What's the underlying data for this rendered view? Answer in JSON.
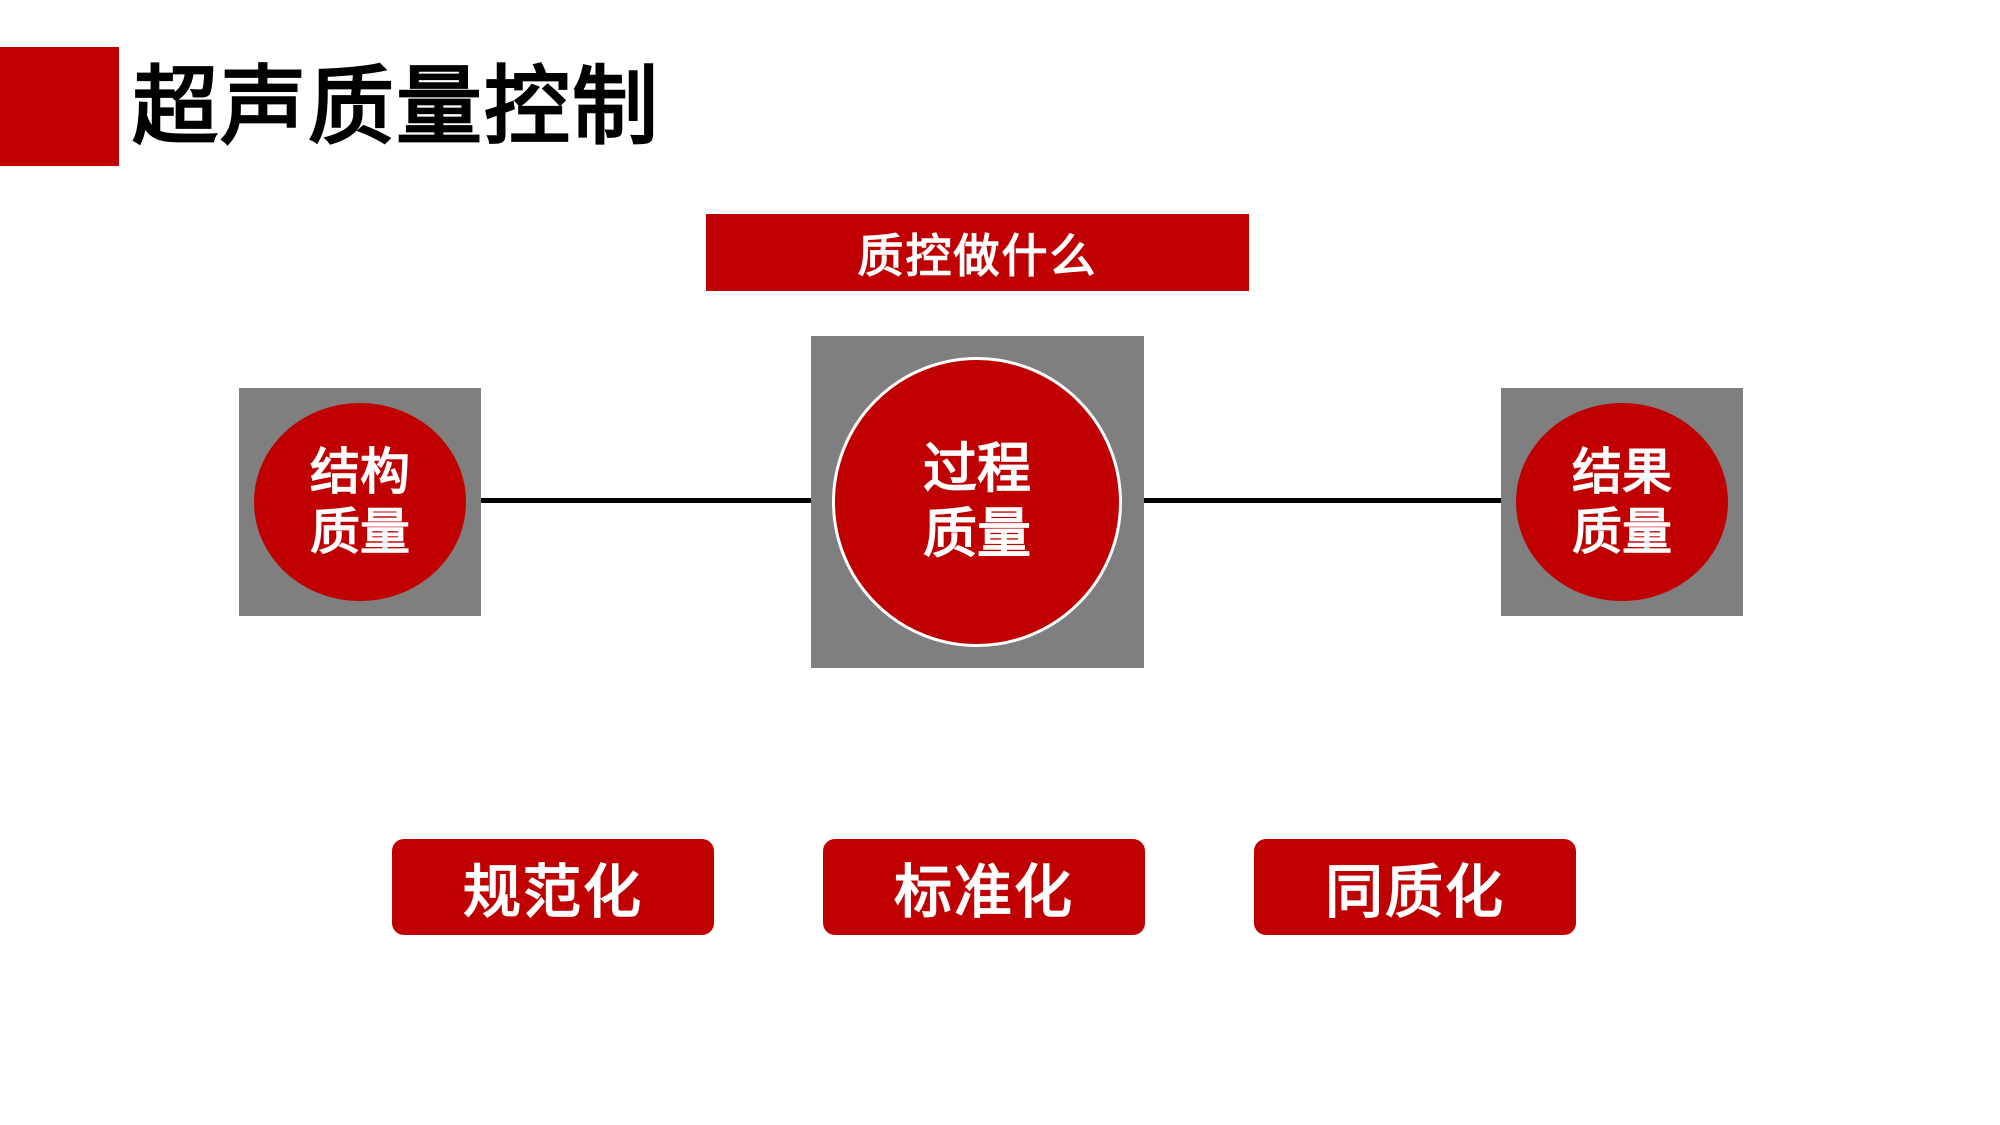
{
  "header": {
    "title": "超声质量控制"
  },
  "banner": {
    "label": "质控做什么"
  },
  "nodes": [
    {
      "line1": "结构",
      "line2": "质量"
    },
    {
      "line1": "过程",
      "line2": "质量"
    },
    {
      "line1": "结果",
      "line2": "质量"
    }
  ],
  "outcomes": [
    {
      "label": "规范化"
    },
    {
      "label": "标准化"
    },
    {
      "label": "同质化"
    }
  ],
  "colors": {
    "accent": "#c00000",
    "box": "#7f7f7f",
    "connector": "#000000",
    "text_dark": "#000000",
    "text_light": "#ffffff"
  }
}
